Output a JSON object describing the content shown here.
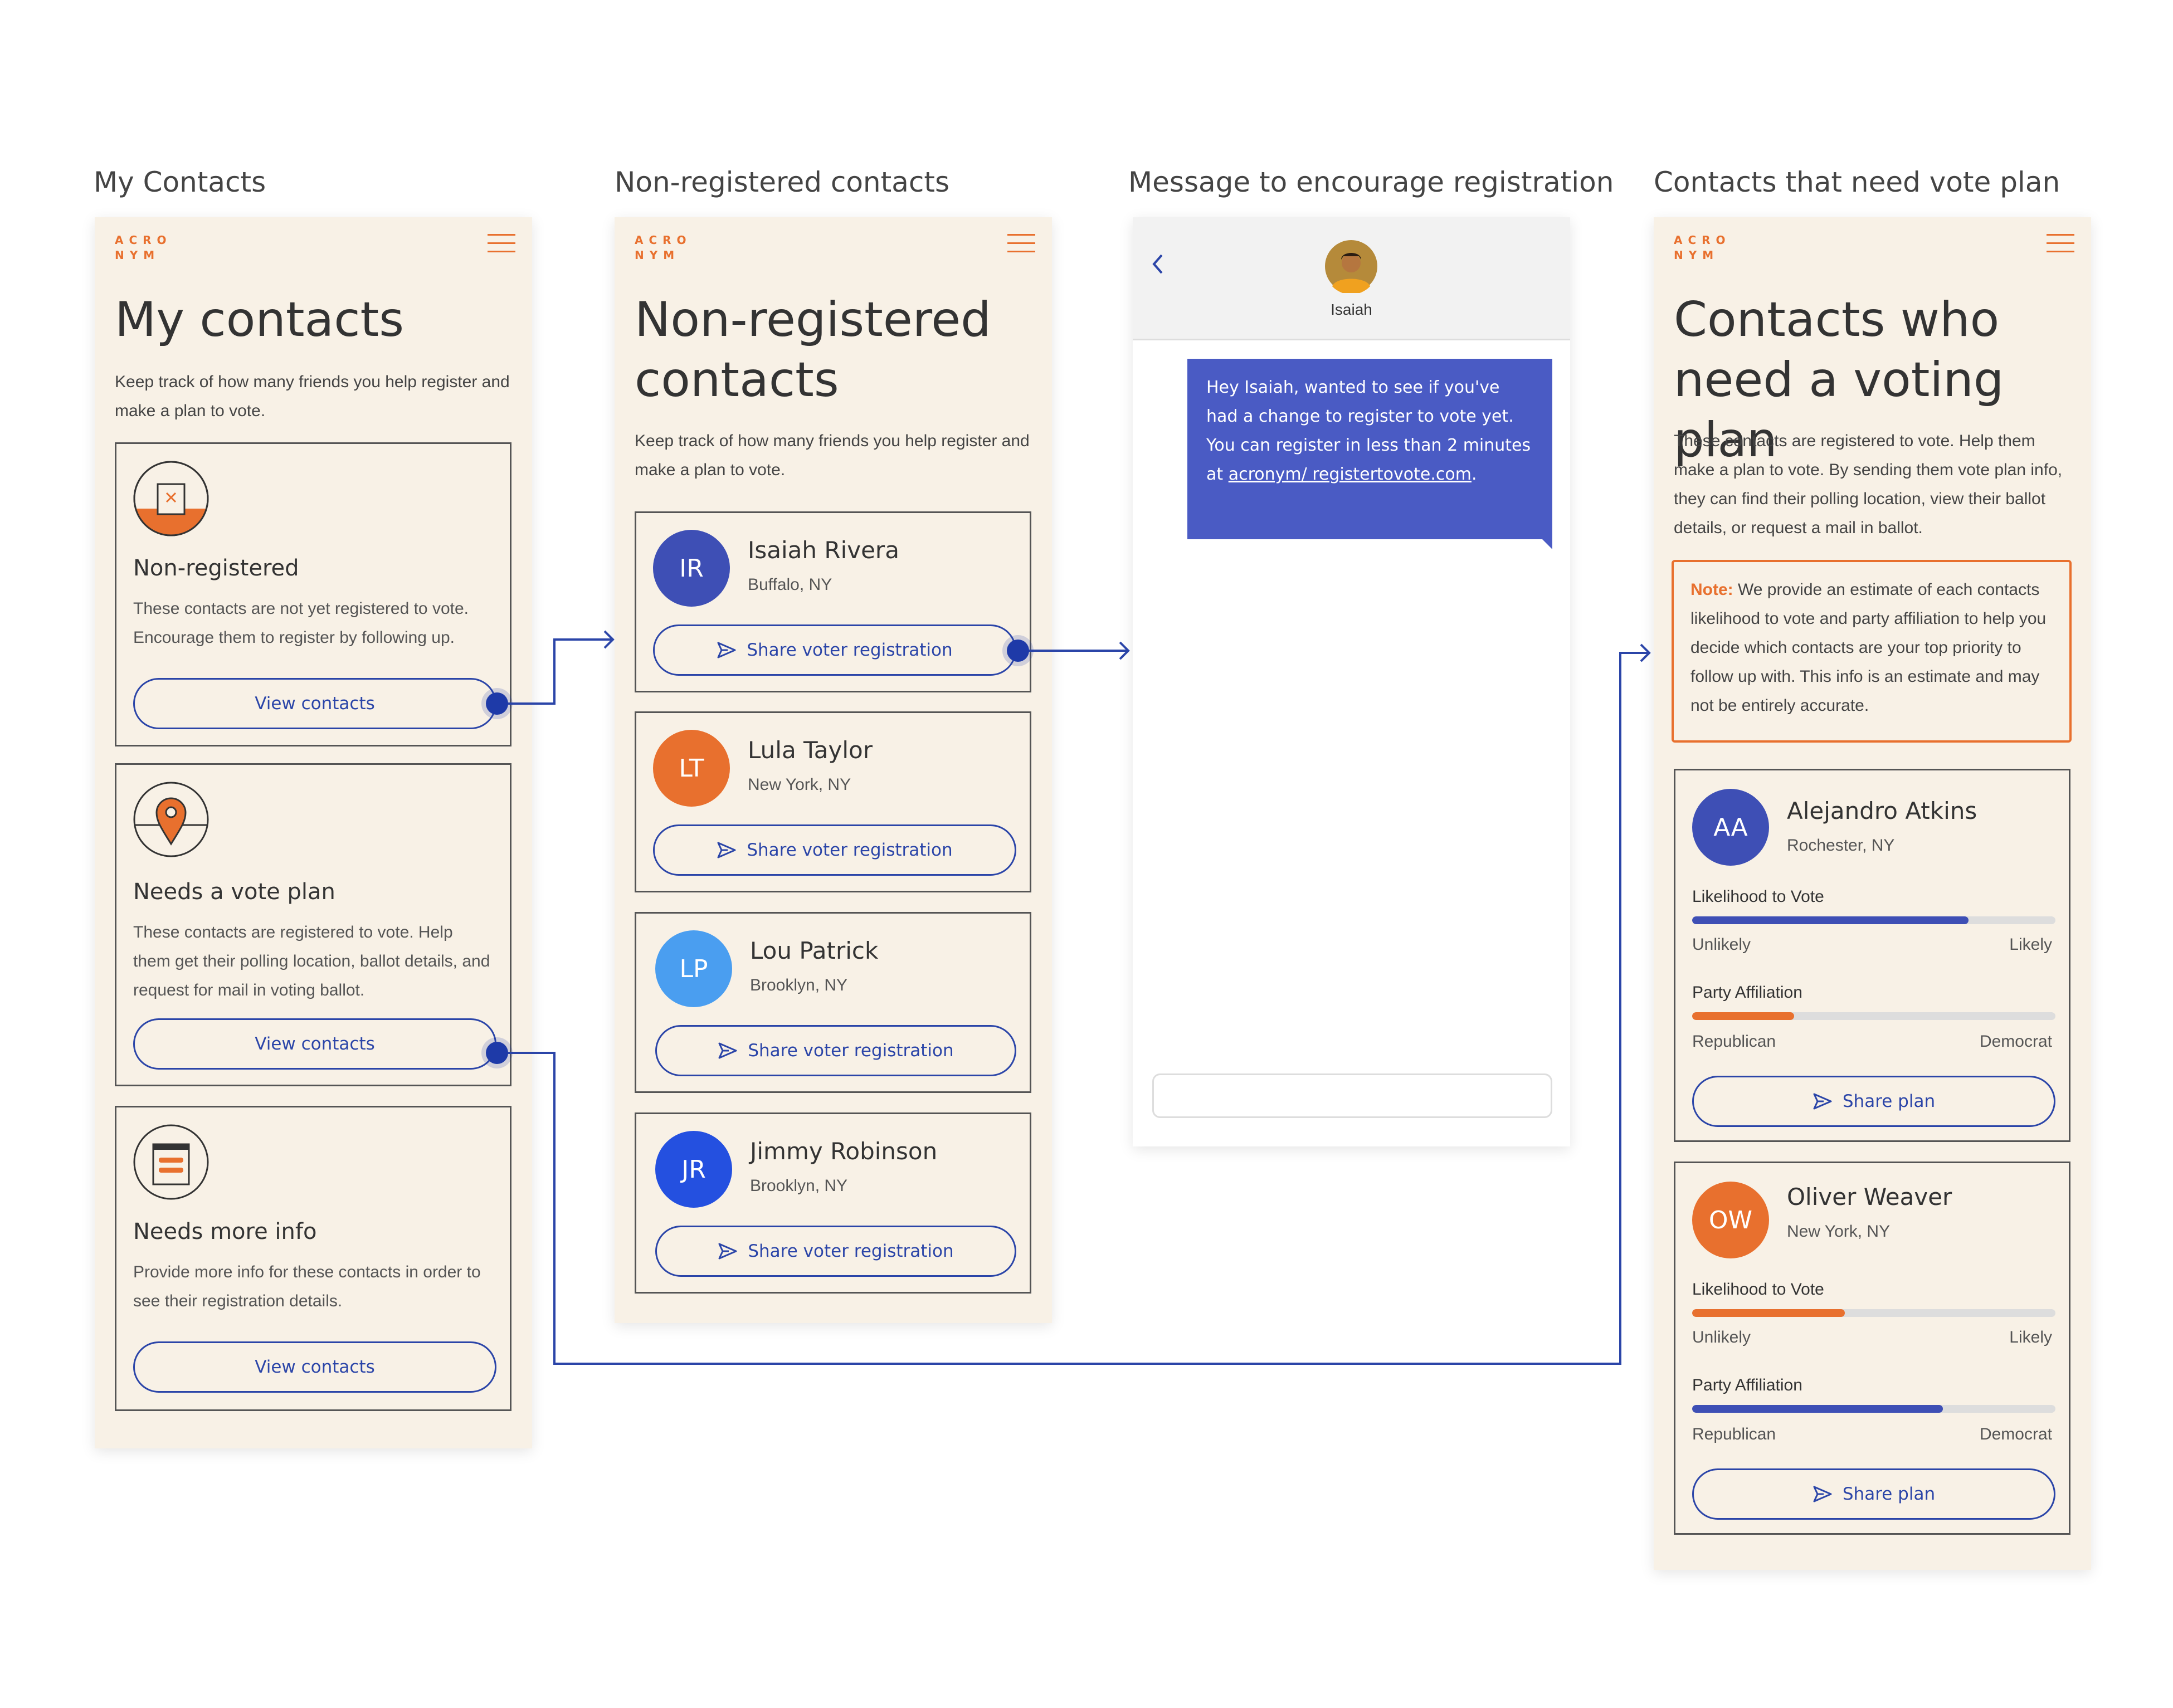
{
  "labels": {
    "my_contacts": "My Contacts",
    "non_registered": "Non-registered contacts",
    "message": "Message to encourage registration",
    "vote_plan": "Contacts that need vote plan"
  },
  "logo": {
    "line1": "ACRO",
    "line2": "NYM"
  },
  "screen1": {
    "title": "My contacts",
    "intro": "Keep track of how many friends you help register and make a plan to vote.",
    "cards": [
      {
        "icon": "ballot-box-icon",
        "title": "Non-registered",
        "desc": "These contacts are not yet registered to vote. Encourage them to register by following up.",
        "button": "View contacts"
      },
      {
        "icon": "location-pin-icon",
        "title": "Needs a vote plan",
        "desc": "These contacts are registered to vote. Help them get their polling location, ballot details, and request for mail in voting ballot.",
        "button": "View contacts"
      },
      {
        "icon": "document-icon",
        "title": "Needs more info",
        "desc": "Provide more info for these contacts in order to see their registration details.",
        "button": "View contacts"
      }
    ]
  },
  "screen2": {
    "title_line1": "Non-registered",
    "title_line2": "contacts",
    "intro": "Keep track of how many friends you help register and make a plan to vote.",
    "contacts": [
      {
        "initials": "IR",
        "name": "Isaiah Rivera",
        "location": "Buffalo, NY",
        "color": "#3e4fb5",
        "button": "Share voter registration"
      },
      {
        "initials": "LT",
        "name": "Lula Taylor",
        "location": "New York, NY",
        "color": "#e8702e",
        "button": "Share voter registration"
      },
      {
        "initials": "LP",
        "name": "Lou Patrick",
        "location": "Brooklyn, NY",
        "color": "#4a9ef0",
        "button": "Share voter registration"
      },
      {
        "initials": "JR",
        "name": "Jimmy Robinson",
        "location": "Brooklyn, NY",
        "color": "#2450e0",
        "button": "Share voter registration"
      }
    ]
  },
  "screen3": {
    "contact_name": "Isaiah",
    "message_text": "Hey Isaiah, wanted to see if you've had a change to register to vote yet. You can register in less than 2 minutes at ",
    "message_link": "acronym/ registertovote.com",
    "message_end": ".",
    "input_placeholder": ""
  },
  "screen4": {
    "title_line1": "Contacts who",
    "title_line2": "need a voting plan",
    "intro": "These contacts are registered to vote. Help them make a plan to vote. By sending them vote plan info, they can find their polling location, view their ballot details, or request a mail in ballot.",
    "note_label": "Note:",
    "note_text": "We provide an estimate of each contacts likelihood to vote and party affiliation to help you decide which contacts are your top priority to follow up with. This info is an estimate and may not be entirely accurate.",
    "contacts": [
      {
        "initials": "AA",
        "name": "Alejandro Atkins",
        "location": "Rochester, NY",
        "color": "#3e4fb5",
        "likelihood_label": "Likelihood to Vote",
        "likelihood": 0.76,
        "likelihood_color": "#3e4fb5",
        "likelihood_low": "Unlikely",
        "likelihood_high": "Likely",
        "party_label": "Party Affiliation",
        "party": 0.28,
        "party_color": "#e8702e",
        "party_low": "Republican",
        "party_high": "Democrat",
        "button": "Share plan"
      },
      {
        "initials": "OW",
        "name": "Oliver Weaver",
        "location": "New York, NY",
        "color": "#e8702e",
        "likelihood_label": "Likelihood to Vote",
        "likelihood": 0.42,
        "likelihood_color": "#e8702e",
        "likelihood_low": "Unlikely",
        "likelihood_high": "Likely",
        "party_label": "Party Affiliation",
        "party": 0.69,
        "party_color": "#3e4fb5",
        "party_low": "Republican",
        "party_high": "Democrat",
        "button": "Share plan"
      }
    ]
  },
  "colors": {
    "accent": "#e8702e",
    "primary": "#2b45a8",
    "background": "#f8f1e6",
    "message_bubble": "#4a5bc4"
  }
}
